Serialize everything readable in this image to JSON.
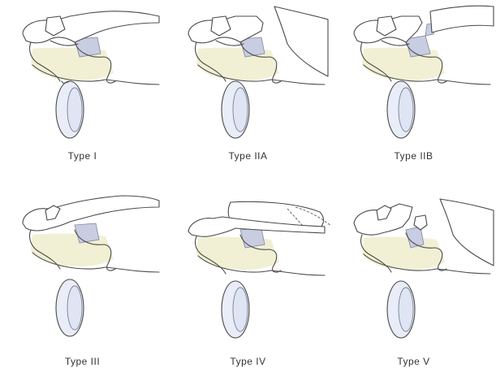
{
  "panels": [
    {
      "id": "type-1",
      "label": "Type I"
    },
    {
      "id": "type-2a",
      "label": "Type IIA"
    },
    {
      "id": "type-2b",
      "label": "Type IIB"
    },
    {
      "id": "type-3",
      "label": "Type III"
    },
    {
      "id": "type-4",
      "label": "Type IV"
    },
    {
      "id": "type-5",
      "label": "Type V"
    }
  ]
}
